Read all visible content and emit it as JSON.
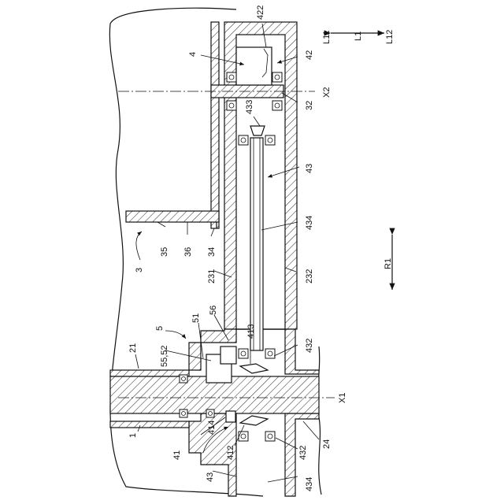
{
  "diagram": {
    "labels": [
      {
        "id": "422",
        "text": "422"
      },
      {
        "id": "L11",
        "text": "L11"
      },
      {
        "id": "L1",
        "text": "L1"
      },
      {
        "id": "L12",
        "text": "L12"
      },
      {
        "id": "4",
        "text": "4"
      },
      {
        "id": "42",
        "text": "42"
      },
      {
        "id": "X2",
        "text": "X2"
      },
      {
        "id": "433",
        "text": "433"
      },
      {
        "id": "32",
        "text": "32"
      },
      {
        "id": "43a",
        "text": "43"
      },
      {
        "id": "434a",
        "text": "434"
      },
      {
        "id": "35",
        "text": "35"
      },
      {
        "id": "36",
        "text": "36"
      },
      {
        "id": "34",
        "text": "34"
      },
      {
        "id": "3",
        "text": "3"
      },
      {
        "id": "R1",
        "text": "R1"
      },
      {
        "id": "231",
        "text": "231"
      },
      {
        "id": "232",
        "text": "232"
      },
      {
        "id": "5",
        "text": "5"
      },
      {
        "id": "51",
        "text": "51"
      },
      {
        "id": "56",
        "text": "56"
      },
      {
        "id": "413",
        "text": "413"
      },
      {
        "id": "21",
        "text": "21"
      },
      {
        "id": "5552",
        "text": "55,52"
      },
      {
        "id": "432a",
        "text": "432"
      },
      {
        "id": "X1",
        "text": "X1"
      },
      {
        "id": "1",
        "text": "1"
      },
      {
        "id": "414",
        "text": "414"
      },
      {
        "id": "41",
        "text": "41"
      },
      {
        "id": "412",
        "text": "412"
      },
      {
        "id": "24",
        "text": "24"
      },
      {
        "id": "432b",
        "text": "432"
      },
      {
        "id": "43b",
        "text": "43"
      },
      {
        "id": "434b",
        "text": "434"
      }
    ]
  }
}
